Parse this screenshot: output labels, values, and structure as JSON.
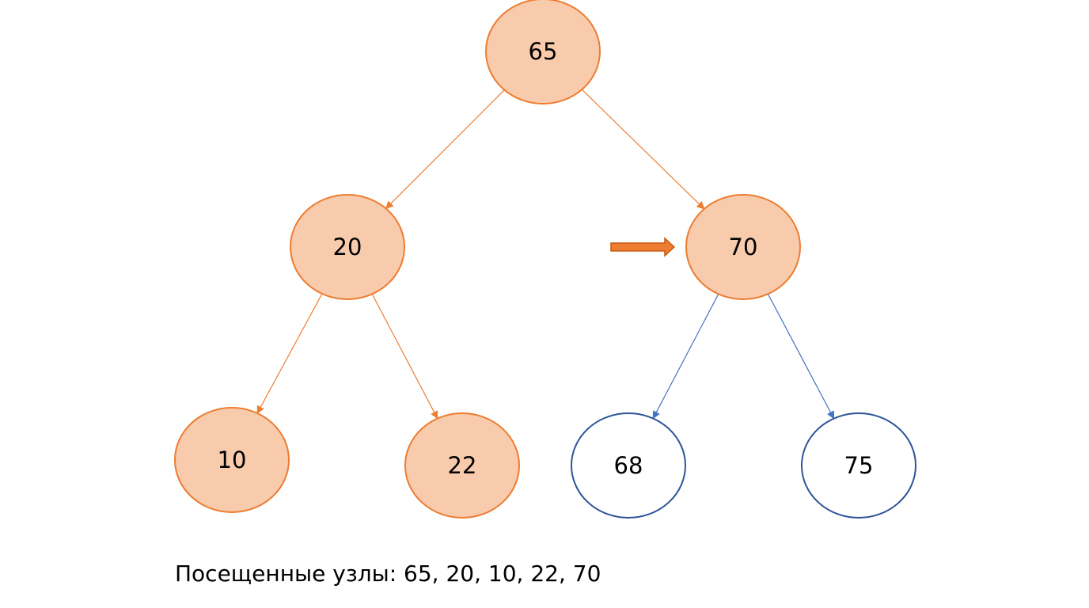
{
  "colors": {
    "visited_fill": "#f8cbad",
    "visited_stroke": "#ed7d31",
    "unvisited_fill": "#ffffff",
    "unvisited_stroke": "#2f5597",
    "visited_edge": "#ed7d31",
    "unvisited_edge": "#4472c4",
    "pointer_arrow_fill": "#ed7d31",
    "pointer_arrow_stroke": "#c55a11"
  },
  "tree": {
    "nodes": [
      {
        "id": "n65",
        "label": "65",
        "visited": true
      },
      {
        "id": "n20",
        "label": "20",
        "visited": true
      },
      {
        "id": "n70",
        "label": "70",
        "visited": true,
        "current": true
      },
      {
        "id": "n10",
        "label": "10",
        "visited": true
      },
      {
        "id": "n22",
        "label": "22",
        "visited": true
      },
      {
        "id": "n68",
        "label": "68",
        "visited": false
      },
      {
        "id": "n75",
        "label": "75",
        "visited": false
      }
    ],
    "edges": [
      {
        "from": "n65",
        "to": "n20",
        "visited": true
      },
      {
        "from": "n65",
        "to": "n70",
        "visited": true
      },
      {
        "from": "n20",
        "to": "n10",
        "visited": true
      },
      {
        "from": "n20",
        "to": "n22",
        "visited": true
      },
      {
        "from": "n70",
        "to": "n68",
        "visited": false
      },
      {
        "from": "n70",
        "to": "n75",
        "visited": false
      }
    ]
  },
  "visited_label": "Посещенные узлы: 65, 20, 10, 22, 70"
}
